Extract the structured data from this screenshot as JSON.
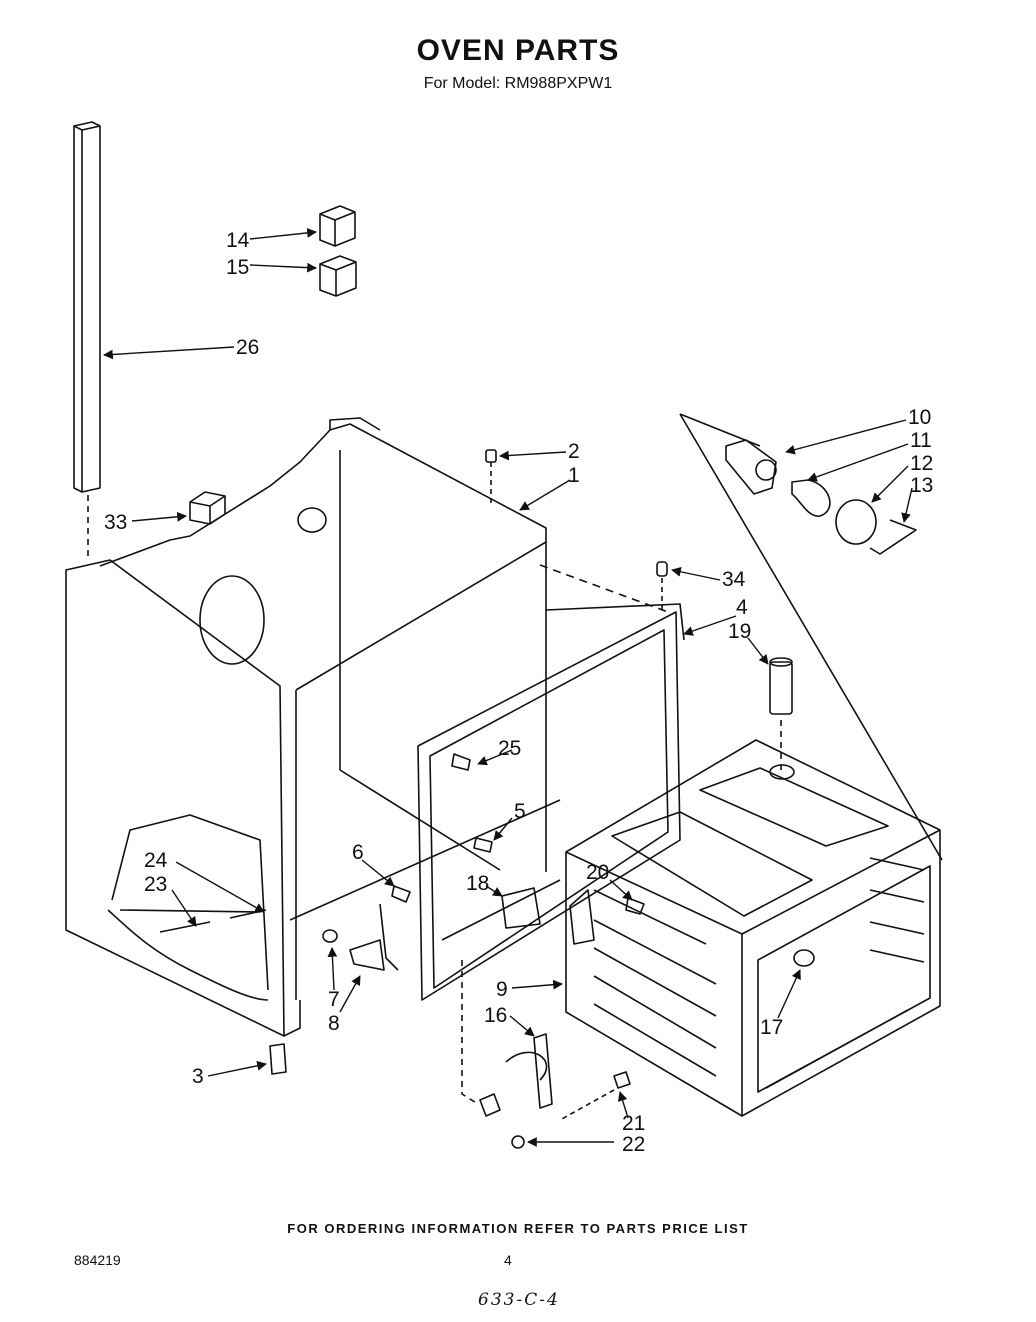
{
  "header": {
    "title": "OVEN PARTS",
    "subtitle": "For Model: RM988PXPW1"
  },
  "callouts": {
    "c1": "1",
    "c2": "2",
    "c3": "3",
    "c4": "4",
    "c5": "5",
    "c6": "6",
    "c7": "7",
    "c8": "8",
    "c9": "9",
    "c10": "10",
    "c11": "11",
    "c12": "12",
    "c13": "13",
    "c14": "14",
    "c15": "15",
    "c16": "16",
    "c17": "17",
    "c18": "18",
    "c19": "19",
    "c20": "20",
    "c21": "21",
    "c22": "22",
    "c23": "23",
    "c24": "24",
    "c25": "25",
    "c26": "26",
    "c33": "33",
    "c34": "34"
  },
  "footer": {
    "ordering_note": "FOR ORDERING INFORMATION REFER TO PARTS PRICE LIST",
    "doc_number": "884219",
    "page_number": "4",
    "handwritten_code": "633-C-4"
  }
}
